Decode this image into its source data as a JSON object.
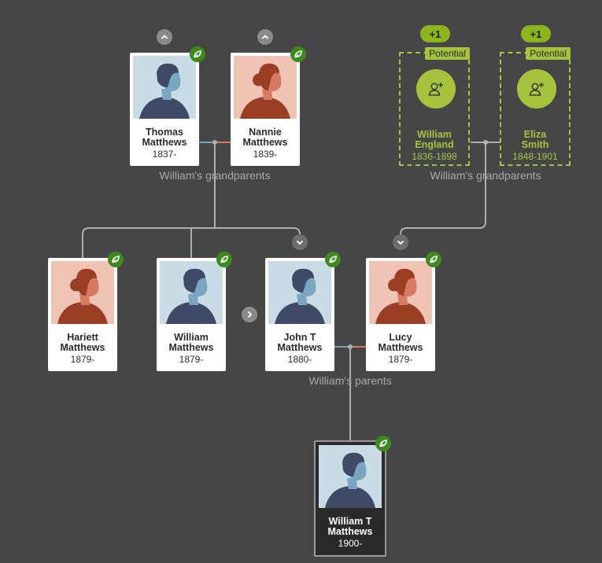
{
  "colors": {
    "background": "#464646",
    "leaf_green": "#3d8a1c",
    "potential_green": "#a7c33e",
    "male_bg": "#c9dce5",
    "female_bg": "#f0c4b4",
    "male_line": "#7aa6c2",
    "female_line": "#d67a64"
  },
  "labels": {
    "paternal_grandparents": "William's grandparents",
    "maternal_grandparents": "William's grandparents",
    "parents": "William's parents"
  },
  "people": {
    "thomas": {
      "name_line1": "Thomas",
      "name_line2": "Matthews",
      "years": "1837-",
      "gender": "male"
    },
    "nannie": {
      "name_line1": "Nannie",
      "name_line2": "Matthews",
      "years": "1839-",
      "gender": "female"
    },
    "hariett": {
      "name_line1": "Hariett",
      "name_line2": "Matthews",
      "years": "1879-",
      "gender": "female"
    },
    "william": {
      "name_line1": "William",
      "name_line2": "Matthews",
      "years": "1879-",
      "gender": "male"
    },
    "john": {
      "name_line1": "John T",
      "name_line2": "Matthews",
      "years": "1880-",
      "gender": "male"
    },
    "lucy": {
      "name_line1": "Lucy",
      "name_line2": "Matthews",
      "years": "1879-",
      "gender": "female"
    },
    "william_t": {
      "name_line1": "William T",
      "name_line2": "Matthews",
      "years": "1900-",
      "gender": "male"
    }
  },
  "potential": {
    "badge_label": "Potential",
    "plus_label": "+1",
    "icon": "add-person-icon",
    "william_england": {
      "name_line1": "William",
      "name_line2": "England",
      "years": "1836-1898"
    },
    "eliza_smith": {
      "name_line1": "Eliza",
      "name_line2": "Smith",
      "years": "1848-1901"
    }
  },
  "icons": {
    "leaf": "leaf-hint-icon",
    "expand_up": "chevron-up-icon",
    "expand_down": "chevron-down-icon",
    "expand_right": "chevron-right-icon"
  }
}
